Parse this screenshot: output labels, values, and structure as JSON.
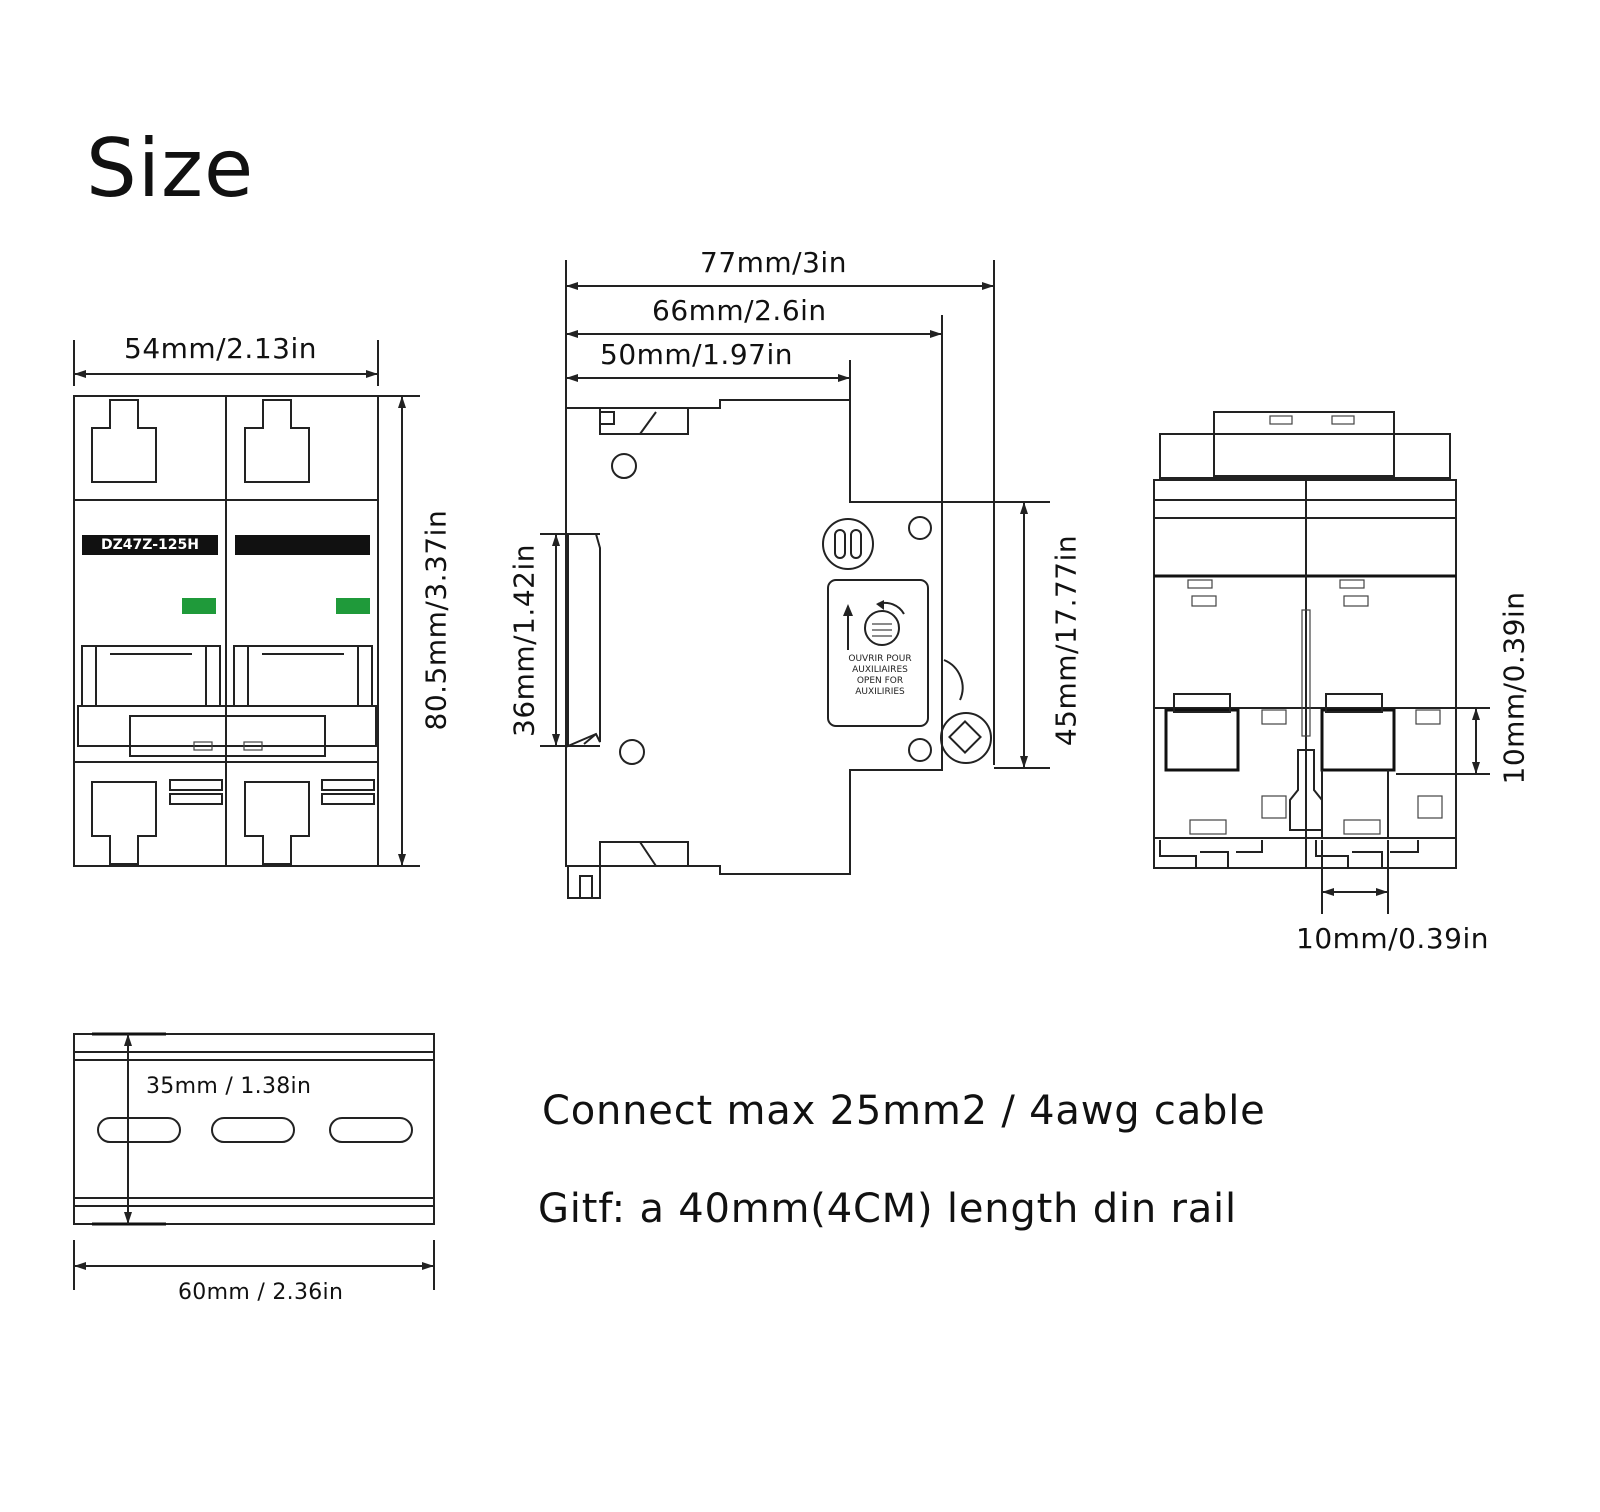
{
  "title": "Size",
  "front_view": {
    "width_label": "54mm/2.13in",
    "height_label": "80.5mm/3.37in",
    "model_label": "DZ47Z-125H",
    "indicator_color": "#1f9a3a",
    "terminal_icon": "screw-terminal-icon"
  },
  "side_view": {
    "width_total_label": "77mm/3in",
    "width_mid_label": "66mm/2.6in",
    "width_small_label": "50mm/1.97in",
    "rail_height_label": "36mm/1.42in",
    "front_height_label": "45mm/17.77in",
    "aux_text_fr_1": "OUVRIR POUR",
    "aux_text_fr_2": "AUXILIAIRES",
    "aux_text_en_1": "OPEN FOR",
    "aux_text_en_2": "AUXILIRIES"
  },
  "bottom_view": {
    "side_label": "10mm/0.39in",
    "bottom_label": "10mm/0.39in"
  },
  "din_rail": {
    "height_label": "35mm / 1.38in",
    "width_label": "60mm / 2.36in"
  },
  "notes": {
    "cable": "Connect max 25mm2 / 4awg cable",
    "gift": "Gitf: a 40mm(4CM) length din rail"
  }
}
